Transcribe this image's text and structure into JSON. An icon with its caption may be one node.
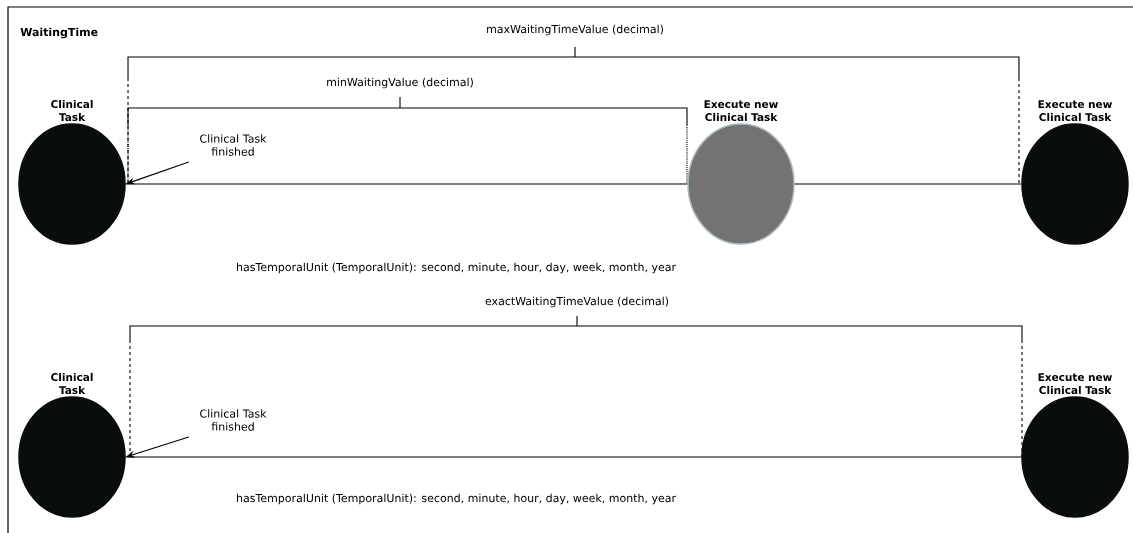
{
  "diagram": {
    "title": "WaitingTime",
    "nodes": [
      {
        "text": [
          "Clinical Task"
        ]
      },
      {
        "text": [
          "Execute new Clinical Task"
        ]
      },
      {
        "text": [
          "Execute new Clinical Task"
        ]
      },
      {
        "text": [
          "Clinical Task"
        ]
      },
      {
        "text": [
          "Execute new Clinical Task"
        ]
      },
      {
        "text": [
          "Clinical Task finished"
        ]
      },
      {
        "text": [
          "Clinical Task finished"
        ]
      }
    ],
    "edges": [
      {
        "from": 0,
        "to": 1,
        "arrow": "none"
      },
      {
        "from": 1,
        "to": 2,
        "arrow": "none"
      },
      {
        "from": 3,
        "to": 4,
        "arrow": "none"
      },
      {
        "from": 5,
        "to": 0,
        "arrow": "to"
      },
      {
        "from": 6,
        "to": 3,
        "arrow": "to"
      }
    ],
    "labels": [
      "maxWaitingTimeValue (decimal)",
      "minWaitingValue (decimal)",
      "hasTemporalUnit (TemporalUnit): second, minute, hour, day, week, month, year",
      "exactWaitingTimeValue (decimal)",
      "hasTemporalUnit (TemporalUnit): second, minute, hour, day, week, month, year"
    ]
  }
}
